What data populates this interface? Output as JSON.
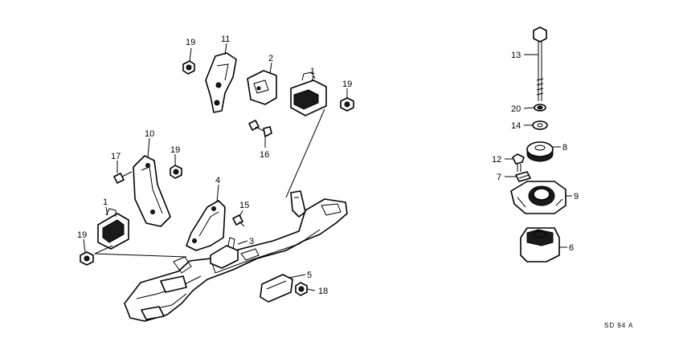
{
  "diagram_code": "SD 94 A",
  "callouts": {
    "c19_top": "19",
    "c11": "11",
    "c2": "2",
    "c1_top": "1",
    "c19_right": "19",
    "c16": "16",
    "c10": "10",
    "c17": "17",
    "c19_mid": "19",
    "c4": "4",
    "c15": "15",
    "c1_left": "1",
    "c19_left": "19",
    "c3": "3",
    "c5": "5",
    "c18": "18",
    "c13": "13",
    "c20": "20",
    "c14": "14",
    "c8": "8",
    "c12": "12",
    "c7": "7",
    "c9": "9",
    "c6": "6"
  }
}
